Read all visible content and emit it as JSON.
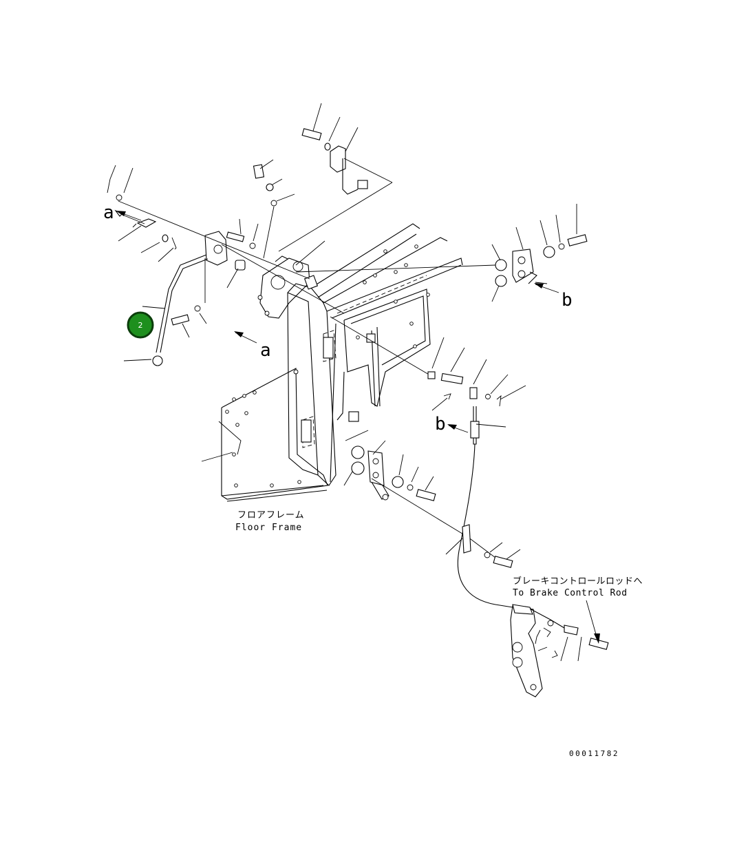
{
  "labels": {
    "floor_frame_jp": "フロアフレーム",
    "floor_frame_en": "Floor Frame",
    "brake_rod_jp": "ブレーキコントロールロッドへ",
    "brake_rod_en": "To Brake Control Rod",
    "view_a_left": "a",
    "view_a_center": "a",
    "view_b_right": "b",
    "view_b_center": "b",
    "drawing_number": "00011782"
  },
  "callout": {
    "number": "2",
    "color": "#1e8f1e",
    "ring_color": "#0b3d0b"
  }
}
